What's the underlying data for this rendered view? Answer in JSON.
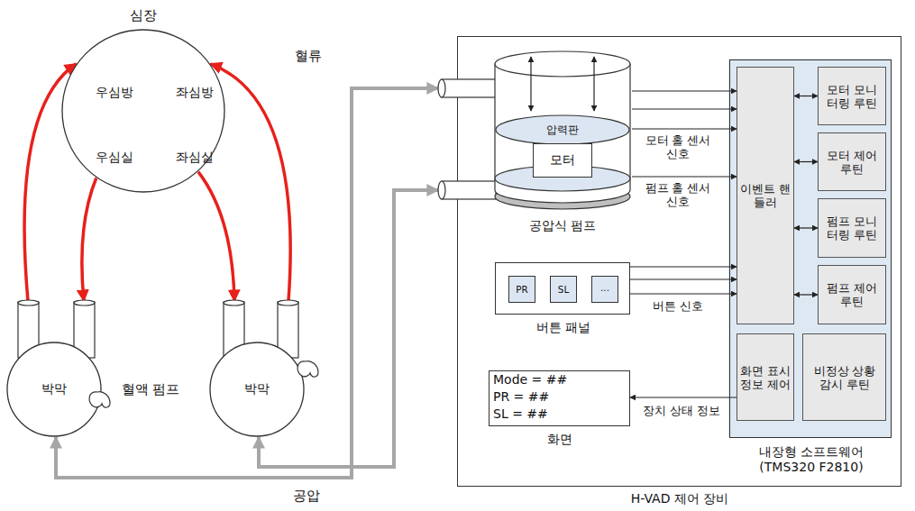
{
  "diagram": {
    "nodes": [
      {
        "text": [
          "심장",
          "우심방",
          "좌심방",
          "우심실",
          "좌심실"
        ]
      },
      {
        "text": [
          "박막"
        ]
      },
      {
        "text": [
          "박막"
        ]
      },
      {
        "text": [
          "H-VAD 제어 장비"
        ]
      },
      {
        "text": [
          "공압식 펌프"
        ],
        "in": 3
      },
      {
        "text": [
          "압력판"
        ],
        "in": 4
      },
      {
        "text": [
          "모터"
        ],
        "in": 4
      },
      {
        "text": [
          "버튼 패널"
        ],
        "in": 3
      },
      {
        "text": [
          "PR"
        ],
        "in": 7
      },
      {
        "text": [
          "SL"
        ],
        "in": 7
      },
      {
        "text": [
          "..."
        ],
        "in": 7
      },
      {
        "text": [
          "Mode = ##",
          "PR = ##",
          "SL = ##",
          "화면"
        ],
        "in": 3
      },
      {
        "text": [
          "내장형 소프트웨어 (TMS320 F2810)"
        ],
        "in": 3
      },
      {
        "text": [
          "이벤트 핸들러"
        ],
        "in": 12
      },
      {
        "text": [
          "모터 모니터링 루틴"
        ],
        "in": 12
      },
      {
        "text": [
          "모터 제어 루틴"
        ],
        "in": 12
      },
      {
        "text": [
          "펌프 모니터링 루틴"
        ],
        "in": 12
      },
      {
        "text": [
          "펌프 제어 루틴"
        ],
        "in": 12
      },
      {
        "text": [
          "화면 표시 정보 제어"
        ],
        "in": 12
      },
      {
        "text": [
          "비정상 상황 감시 루틴"
        ],
        "in": 12
      }
    ],
    "edges": [
      {
        "from": 0,
        "to": 1,
        "arrow": "to"
      },
      {
        "from": 1,
        "to": 0,
        "arrow": "to"
      },
      {
        "from": 0,
        "to": 2,
        "arrow": "to"
      },
      {
        "from": 2,
        "to": 0,
        "arrow": "to"
      },
      {
        "from": 1,
        "to": 4,
        "arrow": "both"
      },
      {
        "from": 2,
        "to": 4,
        "arrow": "both"
      },
      {
        "from": 4,
        "to": 13,
        "arrow": "to"
      },
      {
        "from": 4,
        "to": 13,
        "arrow": "to"
      },
      {
        "from": 4,
        "to": 13,
        "label": "모터 홀 센서 신호",
        "arrow": "to"
      },
      {
        "from": 4,
        "to": 13,
        "label": "펌프 홀 센서 신호",
        "arrow": "to"
      },
      {
        "from": 7,
        "to": 13,
        "arrow": "to"
      },
      {
        "from": 7,
        "to": 13,
        "arrow": "to"
      },
      {
        "from": 7,
        "to": 13,
        "label": "버튼 신호",
        "arrow": "to"
      },
      {
        "from": 13,
        "to": 14,
        "arrow": "both"
      },
      {
        "from": 13,
        "to": 15,
        "arrow": "both"
      },
      {
        "from": 13,
        "to": 16,
        "arrow": "both"
      },
      {
        "from": 13,
        "to": 17,
        "arrow": "both"
      },
      {
        "from": 18,
        "to": 11,
        "label": "장치 상태 정보",
        "arrow": "to"
      }
    ],
    "labels": [
      "혈류",
      "혈액 펌프",
      "공압"
    ]
  }
}
